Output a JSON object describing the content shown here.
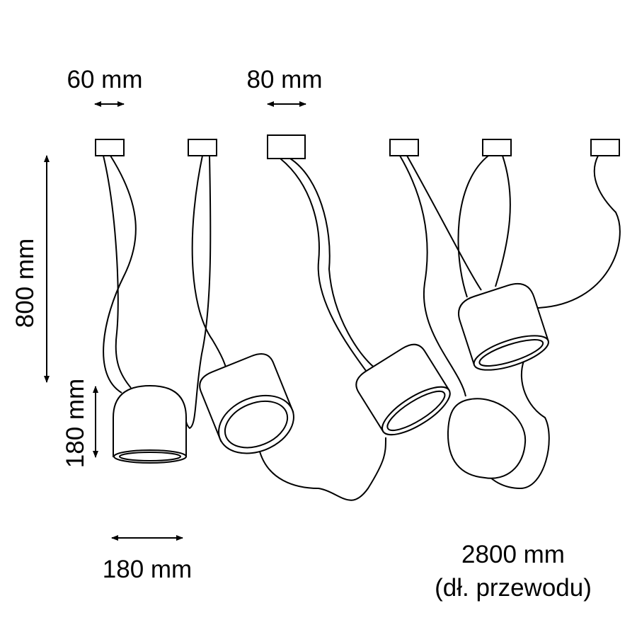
{
  "dimensions": {
    "canopy_width": "60 mm",
    "canopy_width_large": "80 mm",
    "drop_height": "800 mm",
    "shade_height": "180 mm",
    "shade_diameter": "180 mm",
    "cable_length": "2800 mm",
    "cable_length_note": "(dł. przewodu)"
  },
  "colors": {
    "line": "#000000",
    "background": "#ffffff"
  }
}
